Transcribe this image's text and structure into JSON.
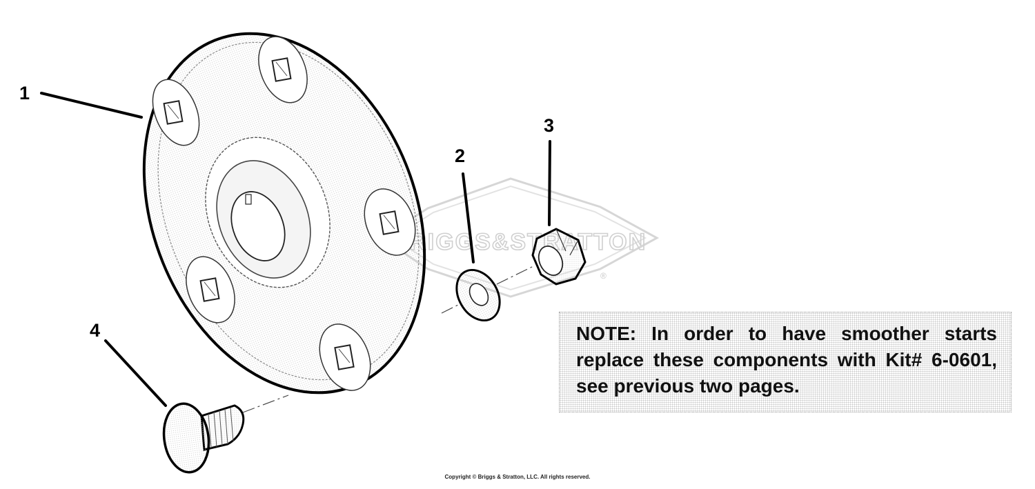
{
  "callouts": {
    "part1": "1",
    "part2": "2",
    "part3": "3",
    "part4": "4"
  },
  "watermark": {
    "text": "BRIGGS&STRATTON",
    "registered": "®"
  },
  "note": {
    "text": "NOTE: In order to have smoother starts replace these components with Kit# 6-0601, see previous two pages."
  },
  "copyright": "Copyright © Briggs & Stratton, LLC. All rights reserved.",
  "icons": [
    "flywheel-hub-icon",
    "washer-icon",
    "hex-nut-icon",
    "carriage-bolt-icon"
  ],
  "colors": {
    "line": "#000000",
    "watermark": "#cfcfcf"
  }
}
